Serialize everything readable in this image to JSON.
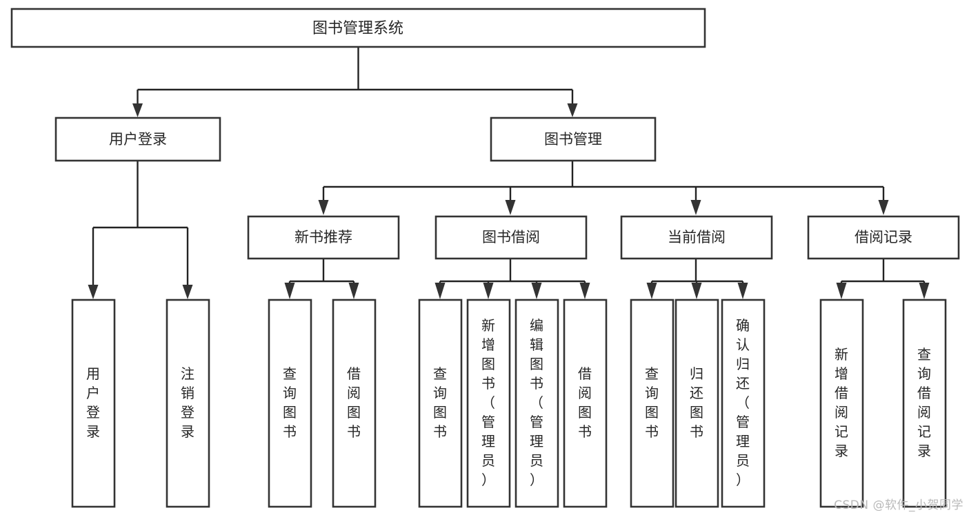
{
  "diagram": {
    "type": "tree",
    "title": "图书管理系统",
    "root": {
      "id": "root",
      "label": "图书管理系统",
      "orientation": "horizontal"
    },
    "level2": [
      {
        "id": "user-login",
        "label": "用户登录",
        "orientation": "horizontal"
      },
      {
        "id": "book-manage",
        "label": "图书管理",
        "orientation": "horizontal"
      }
    ],
    "level3": [
      {
        "id": "new-book-recommend",
        "label": "新书推荐",
        "parent": "book-manage",
        "orientation": "horizontal"
      },
      {
        "id": "book-borrow",
        "label": "图书借阅",
        "parent": "book-manage",
        "orientation": "horizontal"
      },
      {
        "id": "current-borrow",
        "label": "当前借阅",
        "parent": "book-manage",
        "orientation": "horizontal"
      },
      {
        "id": "borrow-record",
        "label": "借阅记录",
        "parent": "book-manage",
        "orientation": "horizontal"
      }
    ],
    "leaves": [
      {
        "id": "leaf-user-login",
        "label": "用户登录",
        "parent": "user-login",
        "orientation": "vertical"
      },
      {
        "id": "leaf-user-logout",
        "label": "注销登录",
        "parent": "user-login",
        "orientation": "vertical"
      },
      {
        "id": "leaf-query-book-1",
        "label": "查询图书",
        "parent": "new-book-recommend",
        "orientation": "vertical"
      },
      {
        "id": "leaf-borrow-book-1",
        "label": "借阅图书",
        "parent": "new-book-recommend",
        "orientation": "vertical"
      },
      {
        "id": "leaf-query-book-2",
        "label": "查询图书",
        "parent": "book-borrow",
        "orientation": "vertical"
      },
      {
        "id": "leaf-add-book",
        "label": "新增图书（管理员）",
        "parent": "book-borrow",
        "orientation": "vertical"
      },
      {
        "id": "leaf-edit-book",
        "label": "编辑图书（管理员）",
        "parent": "book-borrow",
        "orientation": "vertical"
      },
      {
        "id": "leaf-borrow-book-2",
        "label": "借阅图书",
        "parent": "book-borrow",
        "orientation": "vertical"
      },
      {
        "id": "leaf-query-book-3",
        "label": "查询图书",
        "parent": "current-borrow",
        "orientation": "vertical"
      },
      {
        "id": "leaf-return-book",
        "label": "归还图书",
        "parent": "current-borrow",
        "orientation": "vertical"
      },
      {
        "id": "leaf-confirm-return",
        "label": "确认归还（管理员）",
        "parent": "current-borrow",
        "orientation": "vertical"
      },
      {
        "id": "leaf-add-record",
        "label": "新增借阅记录",
        "parent": "borrow-record",
        "orientation": "vertical"
      },
      {
        "id": "leaf-query-record",
        "label": "查询借阅记录",
        "parent": "borrow-record",
        "orientation": "vertical"
      }
    ],
    "colors": {
      "box_stroke": "#333333",
      "box_fill": "#ffffff",
      "connector": "#222222",
      "text": "#262626",
      "background": "#ffffff",
      "watermark": "#b9b9b9"
    }
  },
  "watermark": {
    "text": "CSDN @软件_小贺同学"
  }
}
